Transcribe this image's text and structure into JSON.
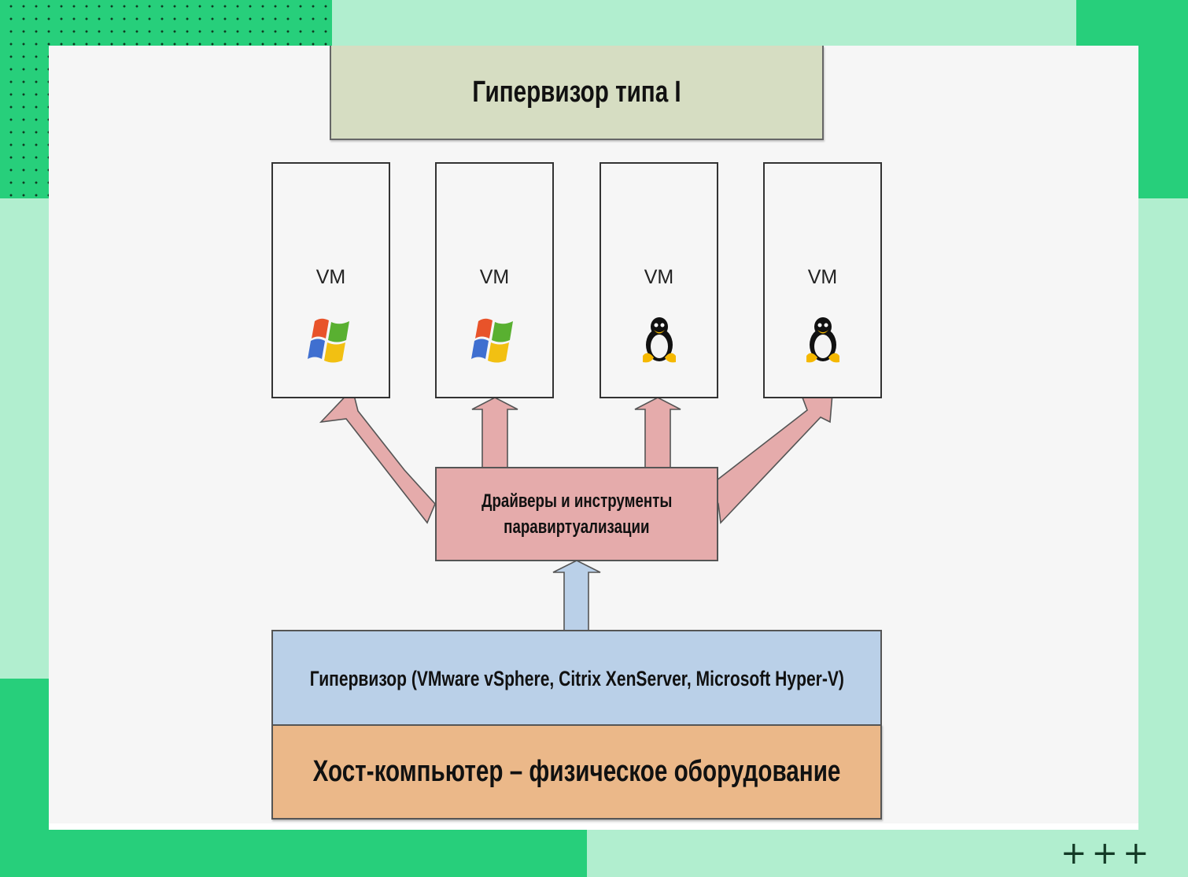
{
  "diagram": {
    "title": "Гипервизор типа I",
    "vms": [
      {
        "label": "VM",
        "os": "windows",
        "icon": "windows-logo-icon"
      },
      {
        "label": "VM",
        "os": "windows",
        "icon": "windows-logo-icon"
      },
      {
        "label": "VM",
        "os": "linux",
        "icon": "linux-tux-icon"
      },
      {
        "label": "VM",
        "os": "linux",
        "icon": "linux-tux-icon"
      }
    ],
    "paravirt": {
      "line1": "Драйверы и инструменты",
      "line2": "паравиртуализации"
    },
    "hypervisor_label": "Гипервизор (VMware vSphere, Citrix XenServer, Microsoft Hyper-V)",
    "host_label": "Хост-компьютер – физическое оборудование"
  },
  "decor": {
    "plus_marks": "+++"
  },
  "colors": {
    "frame_dark_green": "#27cf7b",
    "frame_light_green": "#b1eecf",
    "slide_bg": "#f6f6f6",
    "type1_box": "#d6ddc2",
    "paravirt_box": "#e5abab",
    "hypervisor_box": "#bad0e8",
    "host_box": "#ebb889"
  }
}
